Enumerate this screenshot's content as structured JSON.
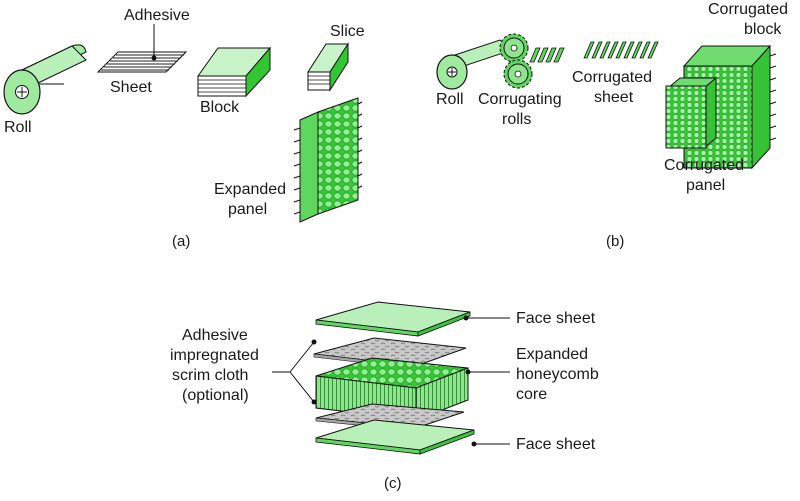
{
  "panel_a": {
    "roll": "Roll",
    "adhesive": "Adhesive",
    "sheet": "Sheet",
    "block": "Block",
    "slice": "Slice",
    "expanded_line1": "Expanded",
    "expanded_line2": "panel",
    "caption": "(a)"
  },
  "panel_b": {
    "roll": "Roll",
    "corrugating_line1": "Corrugating",
    "corrugating_line2": "rolls",
    "corr_sheet_line1": "Corrugated",
    "corr_sheet_line2": "sheet",
    "corr_block_line1": "Corrugated",
    "corr_block_line2": "block",
    "corr_panel_line1": "Corrugated",
    "corr_panel_line2": "panel",
    "caption": "(b)"
  },
  "panel_c": {
    "face_top": "Face sheet",
    "adhesive_line1": "Adhesive",
    "adhesive_line2": "impregnated",
    "adhesive_line3": "scrim cloth",
    "adhesive_line4": "(optional)",
    "core_line1": "Expanded",
    "core_line2": "honeycomb",
    "core_line3": "core",
    "face_bottom": "Face sheet",
    "caption": "(c)"
  },
  "colors": {
    "green_light": "#b9f0b9",
    "green_mid": "#5fd75f",
    "green_dark": "#22a822",
    "scrim": "#bdbdbd",
    "line": "#111111"
  }
}
